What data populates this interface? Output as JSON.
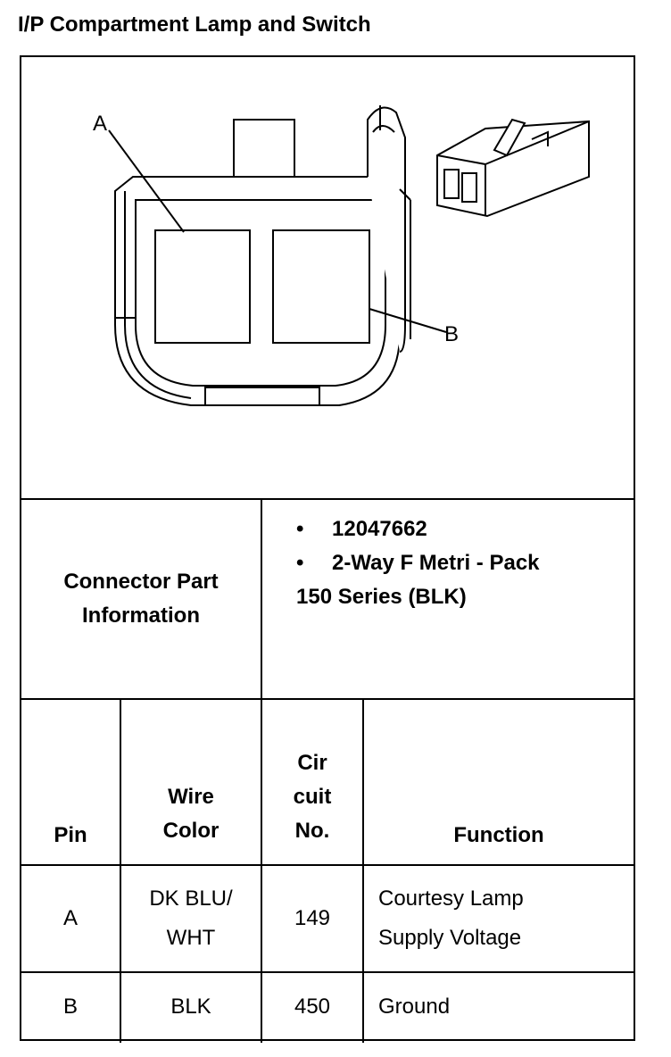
{
  "title": "I/P Compartment Lamp and Switch",
  "diagram": {
    "label_a": "A",
    "label_b": "B"
  },
  "connector_info": {
    "label_line1": "Connector Part",
    "label_line2": "Information",
    "bullet": "•",
    "items": [
      "12047662",
      "2-Way F Metri - Pack"
    ],
    "tail": "150 Series (BLK)"
  },
  "table": {
    "headers": {
      "pin": "Pin",
      "wire_color_line1": "Wire",
      "wire_color_line2": "Color",
      "circuit_line1": "Cir",
      "circuit_line2": "cuit",
      "circuit_line3": "No.",
      "function": "Function"
    },
    "rows": [
      {
        "pin": "A",
        "wire_line1": "DK BLU/",
        "wire_line2": "WHT",
        "circuit": "149",
        "function_line1": "Courtesy Lamp",
        "function_line2": "Supply Voltage"
      },
      {
        "pin": "B",
        "wire_line1": "BLK",
        "wire_line2": "",
        "circuit": "450",
        "function_line1": "Ground",
        "function_line2": ""
      }
    ]
  }
}
